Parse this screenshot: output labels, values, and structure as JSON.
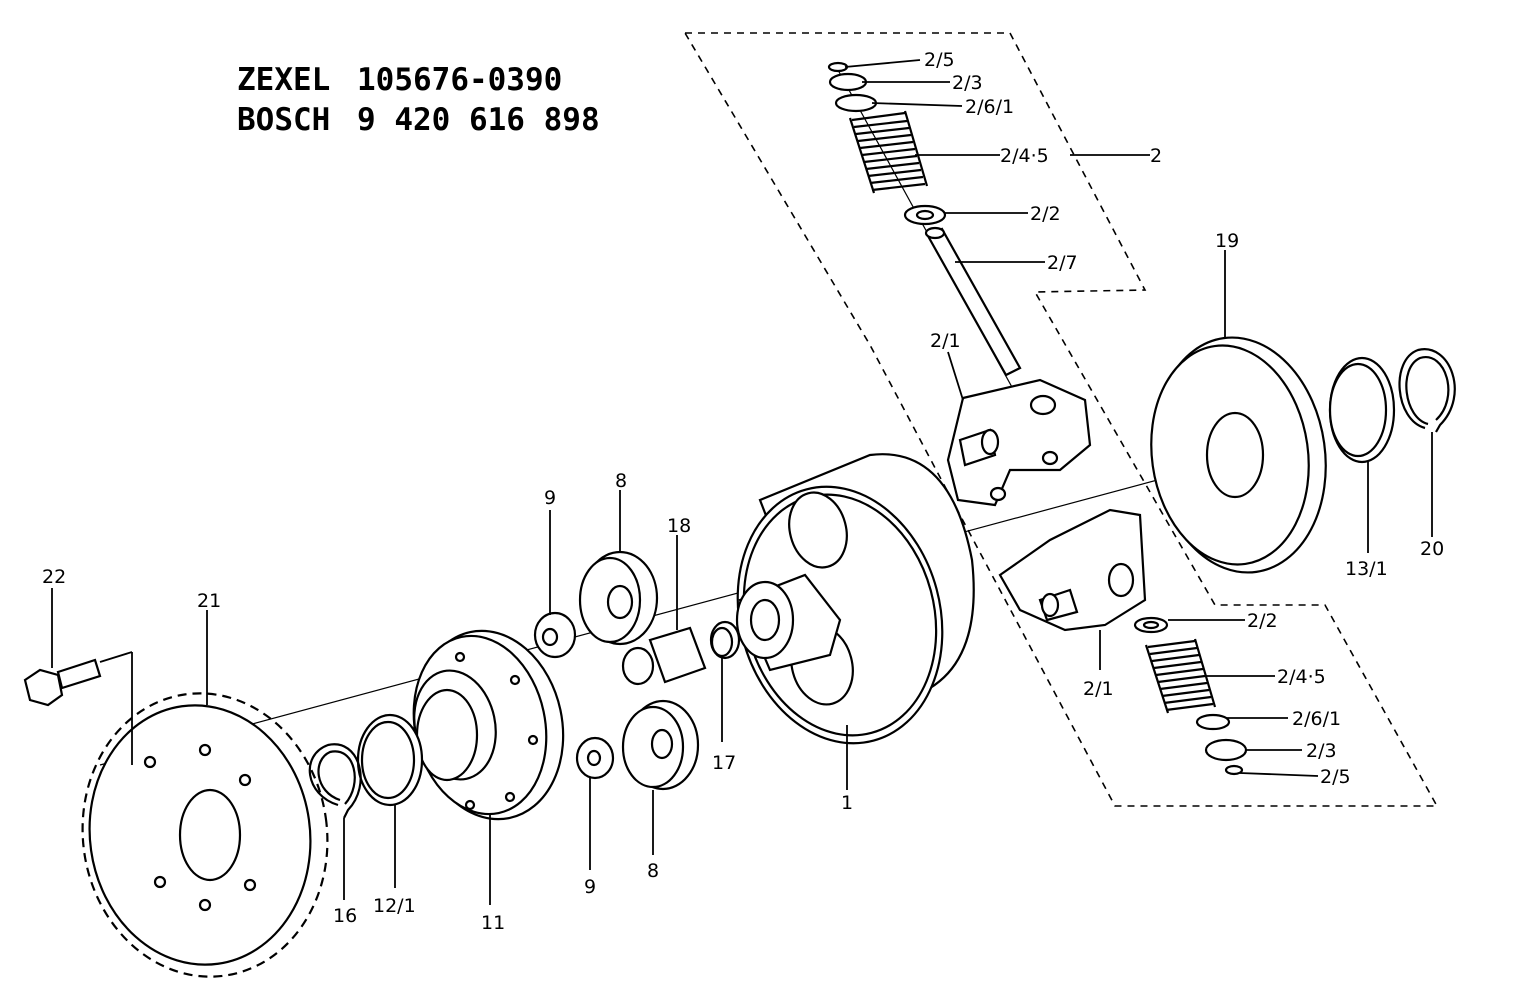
{
  "header": {
    "line1_brand": "ZEXEL",
    "line1_number": "105676-0390",
    "line2_brand": "BOSCH",
    "line2_number": "9 420 616 898"
  },
  "labels": {
    "l_2_5_top": "2/5",
    "l_2_3_top": "2/3",
    "l_2_6_1_top": "2/6/1",
    "l_2_4_5_top": "2/4·5",
    "l_2": "2",
    "l_2_2_top": "2/2",
    "l_2_7": "2/7",
    "l_2_1_top": "2/1",
    "l_19": "19",
    "l_13_1": "13/1",
    "l_20": "20",
    "l_9_top": "9",
    "l_8_top": "8",
    "l_18": "18",
    "l_22": "22",
    "l_21": "21",
    "l_17": "17",
    "l_1": "1",
    "l_2_1_bottom": "2/1",
    "l_2_2_bottom": "2/2",
    "l_2_4_5_bottom": "2/4·5",
    "l_2_6_1_bottom": "2/6/1",
    "l_2_3_bottom": "2/3",
    "l_2_5_bottom": "2/5",
    "l_16": "16",
    "l_12_1": "12/1",
    "l_11": "11",
    "l_9_bottom": "9",
    "l_8_bottom": "8"
  }
}
